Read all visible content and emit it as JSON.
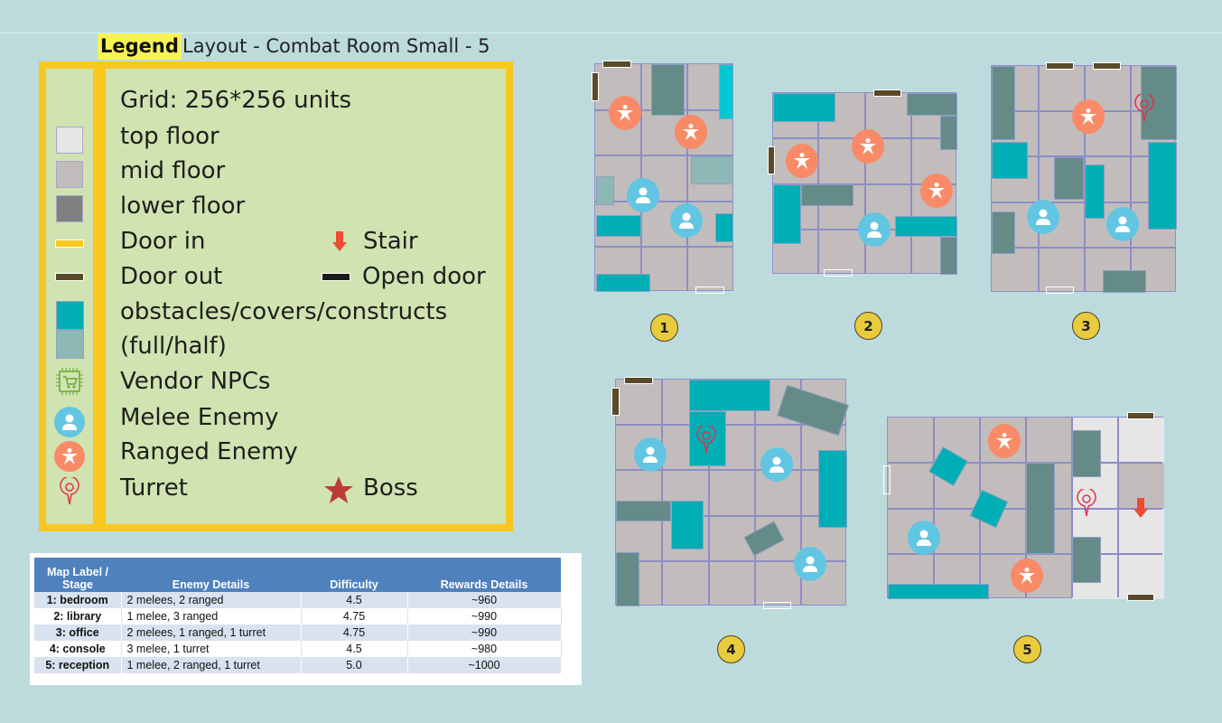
{
  "header": {
    "legend_tag": "Legend",
    "title": "Layout - Combat Room Small - 5"
  },
  "legend": {
    "grid": "Grid: 256*256 units",
    "items": [
      {
        "label": "top floor",
        "color": "#e6e6e6"
      },
      {
        "label": "mid floor",
        "color": "#c2bdbc"
      },
      {
        "label": "lower floor",
        "color": "#808080"
      },
      {
        "label": "Door in",
        "color": "#f8c81f"
      },
      {
        "label": "Door out",
        "color": "#5a4a2a"
      },
      {
        "label": "obstacles/covers/constructs",
        "color": "#00aeb5"
      },
      {
        "label": "(full/half)",
        "color": "#8db8b5"
      },
      {
        "label": "Vendor NPCs",
        "icon": "shopping-cart-chip-icon"
      },
      {
        "label": "Melee Enemy",
        "icon": "person-icon",
        "color": "#62c6e2"
      },
      {
        "label": "Ranged Enemy",
        "icon": "star-person-icon",
        "color": "#f98a68"
      },
      {
        "label": "Turret",
        "icon": "pin-icon",
        "color": "#e0324a"
      }
    ],
    "extras": [
      {
        "label": "Stair",
        "icon": "down-arrow-icon",
        "color": "#f04a33"
      },
      {
        "label": "Open door",
        "color": "#1a1a1a"
      },
      {
        "label": "Boss",
        "icon": "star-icon",
        "color": "#c03a35"
      }
    ]
  },
  "maps": [
    {
      "label": "1",
      "ranged": 2,
      "melee": 2,
      "turret": 0
    },
    {
      "label": "2",
      "ranged": 3,
      "melee": 1,
      "turret": 0
    },
    {
      "label": "3",
      "ranged": 1,
      "melee": 2,
      "turret": 1
    },
    {
      "label": "4",
      "ranged": 0,
      "melee": 3,
      "turret": 1
    },
    {
      "label": "5",
      "ranged": 2,
      "melee": 1,
      "turret": 1
    }
  ],
  "table": {
    "headers": [
      "Map Label / Stage",
      "Enemy Details",
      "Difficulty",
      "Rewards Details"
    ],
    "rows": [
      [
        "1: bedroom",
        "2 melees, 2 ranged",
        "4.5",
        "~960"
      ],
      [
        "2: library",
        "1 melee, 3 ranged",
        "4.75",
        "~990"
      ],
      [
        "3: office",
        "2 melees, 1 ranged, 1 turret",
        "4.75",
        "~990"
      ],
      [
        "4: console",
        "3 melee, 1 turret",
        "4.5",
        "~980"
      ],
      [
        "5: reception",
        "1 melee, 2 ranged, 1 turret",
        "5.0",
        "~1000"
      ]
    ]
  }
}
